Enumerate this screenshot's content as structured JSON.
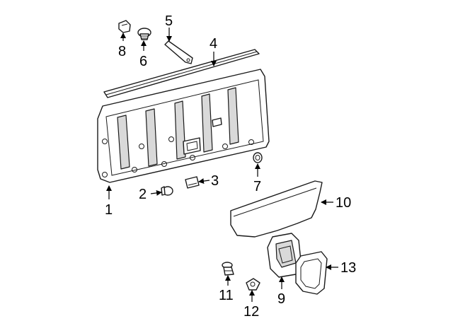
{
  "callouts": [
    {
      "id": "1",
      "label": "1"
    },
    {
      "id": "2",
      "label": "2"
    },
    {
      "id": "3",
      "label": "3"
    },
    {
      "id": "4",
      "label": "4"
    },
    {
      "id": "5",
      "label": "5"
    },
    {
      "id": "6",
      "label": "6"
    },
    {
      "id": "7",
      "label": "7"
    },
    {
      "id": "8",
      "label": "8"
    },
    {
      "id": "9",
      "label": "9"
    },
    {
      "id": "10",
      "label": "10"
    },
    {
      "id": "11",
      "label": "11"
    },
    {
      "id": "12",
      "label": "12"
    },
    {
      "id": "13",
      "label": "13"
    }
  ],
  "colors": {
    "line": "#1a1a1a",
    "background": "#ffffff",
    "shade": "#d9d9d9"
  }
}
